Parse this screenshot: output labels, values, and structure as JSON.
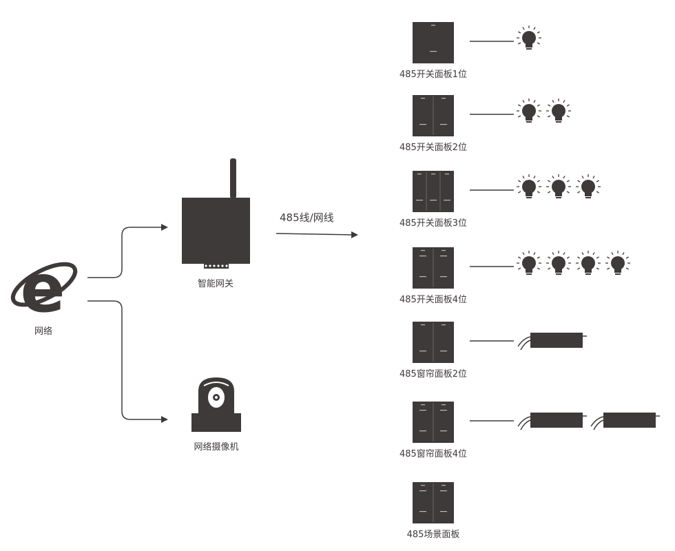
{
  "colors": {
    "device": "#3e3a39",
    "line": "#3e3a39",
    "background": "#ffffff"
  },
  "nodes": {
    "network": {
      "label": "网络",
      "icon": "internet-explorer-icon"
    },
    "gateway": {
      "label": "智能网关",
      "icon": "gateway-router-icon"
    },
    "camera": {
      "label": "网络摄像机",
      "icon": "network-camera-icon"
    }
  },
  "link_label": "485线/网线",
  "panels": [
    {
      "label": "485开关面板1位",
      "keys": 1,
      "load": "bulb",
      "count": 1
    },
    {
      "label": "485开关面板2位",
      "keys": 2,
      "load": "bulb",
      "count": 2
    },
    {
      "label": "485开关面板3位",
      "keys": 3,
      "load": "bulb",
      "count": 3
    },
    {
      "label": "485开关面板4位",
      "keys": 4,
      "load": "bulb",
      "count": 4
    },
    {
      "label": "485窗帘面板2位",
      "keys": 2,
      "load": "curtain-motor",
      "count": 1
    },
    {
      "label": "485窗帘面板4位",
      "keys": 4,
      "load": "curtain-motor",
      "count": 2
    },
    {
      "label": "485场景面板",
      "keys": 4,
      "load": "none",
      "count": 0
    }
  ]
}
